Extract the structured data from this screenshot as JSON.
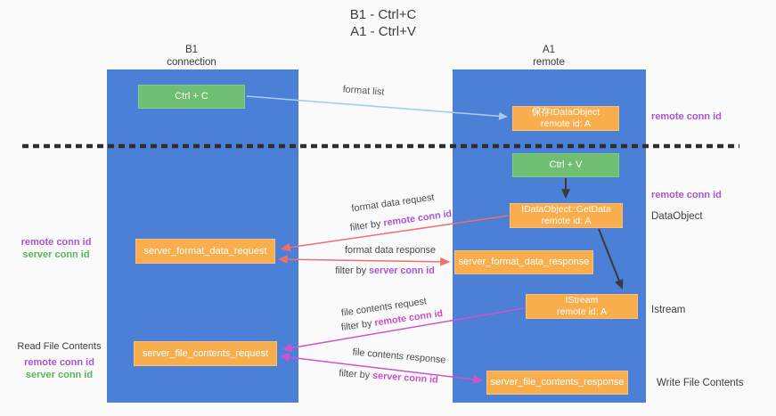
{
  "title": {
    "line1": "B1 - Ctrl+C",
    "line2": "A1 - Ctrl+V"
  },
  "columns": {
    "left": {
      "name": "B1",
      "role": "connection"
    },
    "right": {
      "name": "A1",
      "role": "remote"
    }
  },
  "boxes": {
    "ctrl_c": {
      "label": "Ctrl + C"
    },
    "ctrl_v": {
      "label": "Ctrl + V"
    },
    "save_dataobject": {
      "line1": "保存IDataObject",
      "line2": "remote id: A"
    },
    "getdata": {
      "line1": "IDataObject::GetData",
      "line2": "remote id: A"
    },
    "istream": {
      "line1": "IStream",
      "line2": "remote id: A"
    },
    "format_request": {
      "label": "server_format_data_request"
    },
    "format_response": {
      "label": "server_format_data_response"
    },
    "file_request": {
      "label": "server_file_contents_request"
    },
    "file_response": {
      "label": "server_file_contents_response"
    }
  },
  "arrows": {
    "format_list": {
      "label": "format list"
    },
    "format_request": {
      "label": "format data request",
      "filter_prefix": "filter by ",
      "filter_key": "remote conn id"
    },
    "format_response": {
      "label": "format data response",
      "filter_prefix": "filter by ",
      "filter_key": "server conn id"
    },
    "file_request": {
      "label": "file contents request",
      "filter_prefix": "filter by ",
      "filter_key": "remote conn id"
    },
    "file_response": {
      "label": "file contents response",
      "filter_prefix": "filter by ",
      "filter_key": "server conn id"
    }
  },
  "annotations": {
    "left_format_remote": "remote conn id",
    "left_format_server": "server conn id",
    "left_read_title": "Read File Contents",
    "left_file_remote": "remote conn id",
    "left_file_server": "server conn id",
    "right_saved_remote": "remote conn id",
    "right_getdata_remote": "remote conn id",
    "right_dataobject": "DataObject",
    "right_istream": "Istream",
    "right_write": "Write File Contents"
  },
  "colors": {
    "column_blue": "#4b80d6",
    "box_green": "#6fbe72",
    "box_orange": "#f9ae4d",
    "arrow_light_blue": "#a6cdf1",
    "arrow_red": "#ee6f6e",
    "arrow_magenta": "#cf53cf",
    "arrow_black": "#3a3a3a",
    "conn_id_purple": "#a855d0",
    "conn_id_green": "#57b75a"
  }
}
